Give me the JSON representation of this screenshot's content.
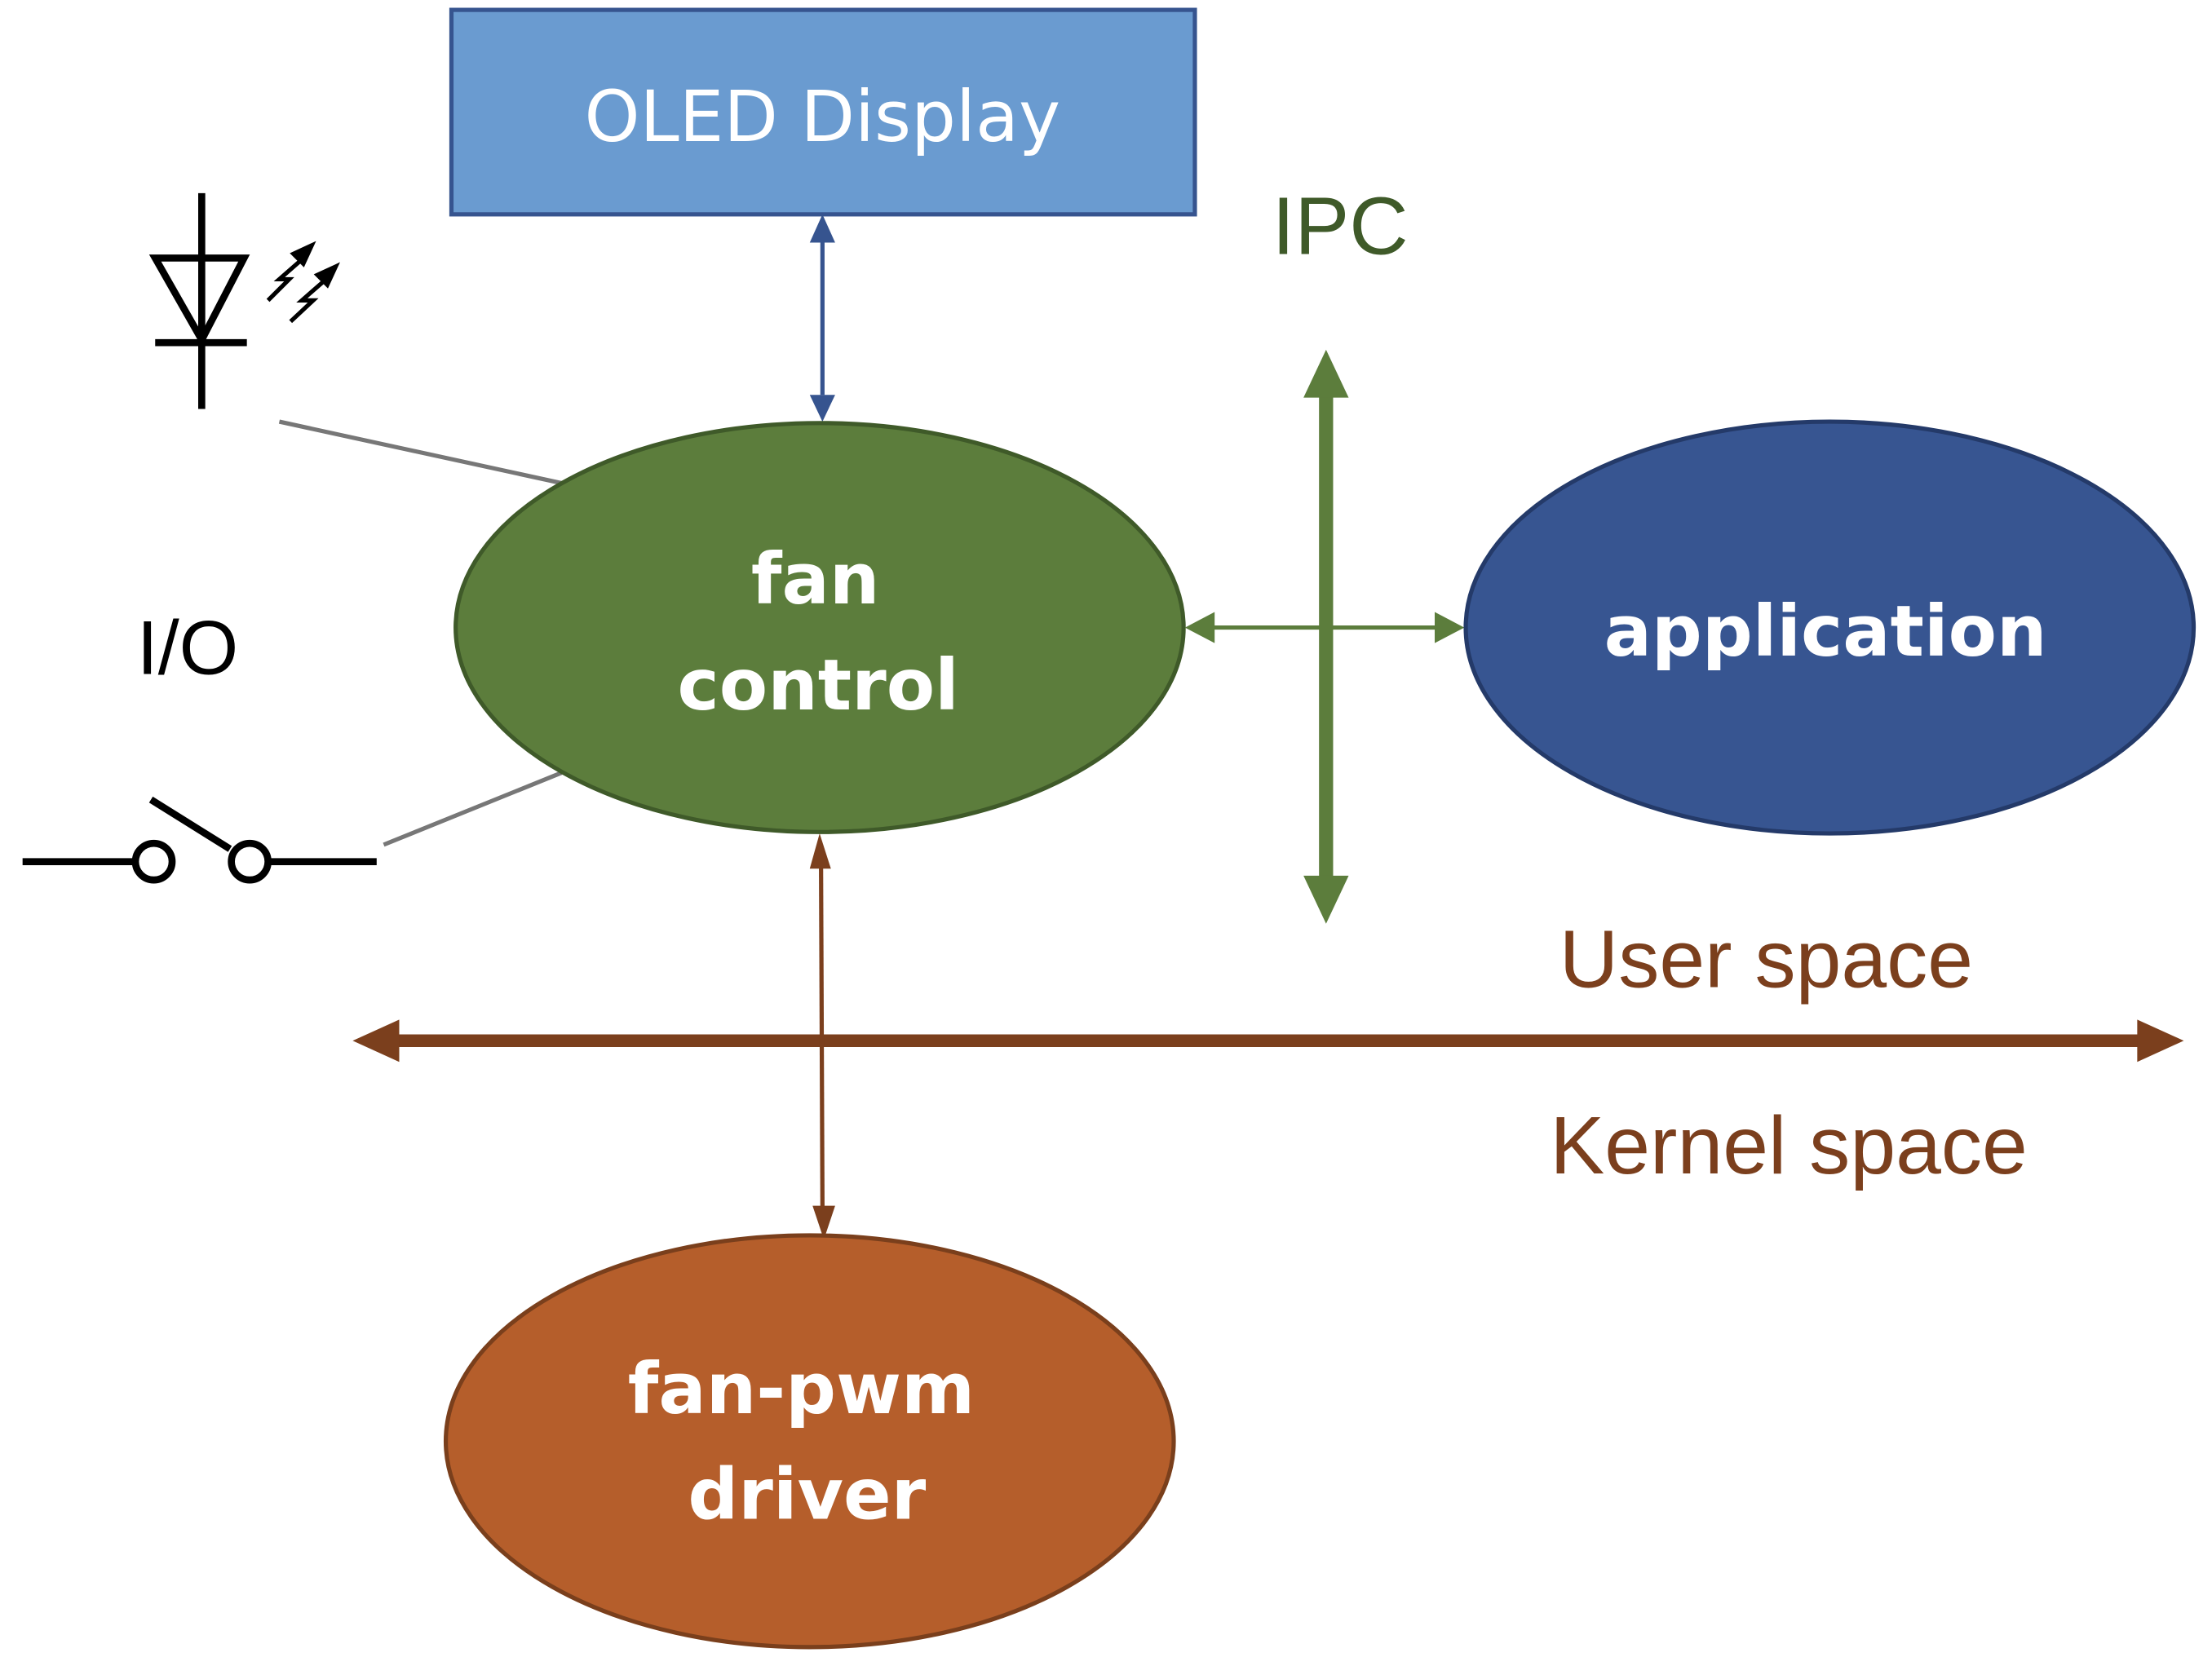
{
  "diagram": {
    "title": "",
    "nodes": {
      "oled_display": {
        "label": "OLED Display",
        "fill": "#6a9bd0",
        "stroke": "#36548f"
      },
      "fan_control": {
        "label_line1": "fan",
        "label_line2": "control",
        "fill": "#5c7d3c",
        "stroke": "#3f5a29"
      },
      "application": {
        "label": "application",
        "fill": "#375591",
        "stroke": "#243a69"
      },
      "fan_pwm_driver": {
        "label_line1": "fan-pwm",
        "label_line2": "driver",
        "fill": "#b55e2b",
        "stroke": "#7a3f1c"
      }
    },
    "labels": {
      "io": {
        "text": "I/O",
        "color": "#000000"
      },
      "ipc": {
        "text": "IPC",
        "color": "#3f5a29"
      },
      "user_space": {
        "text": "User space",
        "color": "#7b3f1d"
      },
      "kernel_space": {
        "text": "Kernel space",
        "color": "#7b3f1d"
      }
    },
    "edges": [
      {
        "from": "fan_control",
        "to": "oled_display",
        "bidirectional": true,
        "color": "#36548f"
      },
      {
        "from": "fan_control",
        "to": "application",
        "bidirectional": true,
        "color": "#5c7d3c"
      },
      {
        "from": "fan_control",
        "to": "fan_pwm_driver",
        "bidirectional": true,
        "color": "#7b3f1d"
      },
      {
        "from": "led_symbol",
        "to": "fan_control",
        "bidirectional": false,
        "color": "#777777"
      },
      {
        "from": "switch_symbol",
        "to": "fan_control",
        "bidirectional": false,
        "color": "#777777"
      }
    ],
    "boundaries": {
      "ipc_axis": {
        "color": "#5c7d3c"
      },
      "user_kernel_boundary": {
        "color": "#7b3f1d"
      }
    },
    "symbols": {
      "led": "led-icon",
      "switch": "switch-icon"
    }
  }
}
